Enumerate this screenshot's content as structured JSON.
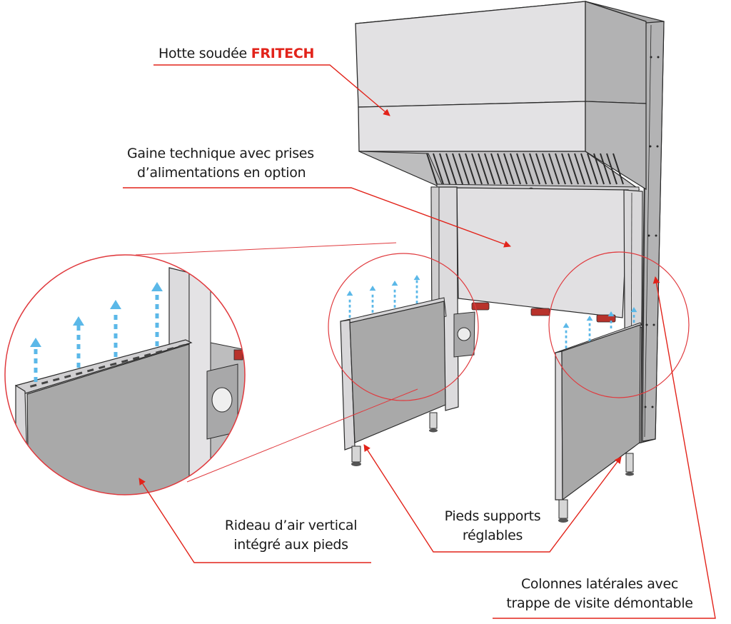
{
  "colors": {
    "accent_red": "#e2231a",
    "leader_red": "#e03a3e",
    "airflow_blue": "#5bb8e8",
    "steel_light": "#e2e1e3",
    "steel_mid": "#c9c8ca",
    "steel_dark": "#a9a9a9",
    "outline": "#2a2a2a"
  },
  "labels": {
    "hood": {
      "prefix": "Hotte soudée",
      "brand": "FRITECH"
    },
    "duct": {
      "line1": "Gaine technique avec prises",
      "line2": "d’alimentations en option"
    },
    "air_curtain": {
      "line1": "Rideau d’air vertical",
      "line2": "intégré aux pieds"
    },
    "feet": {
      "line1": "Pieds supports",
      "line2": "réglables"
    },
    "columns": {
      "line1": "Colonnes latérales avec",
      "line2": "trappe de visite démontable"
    }
  },
  "icons": {
    "airflow_arrow": "arrow-up-dashed",
    "leader_arrow": "arrowhead"
  }
}
